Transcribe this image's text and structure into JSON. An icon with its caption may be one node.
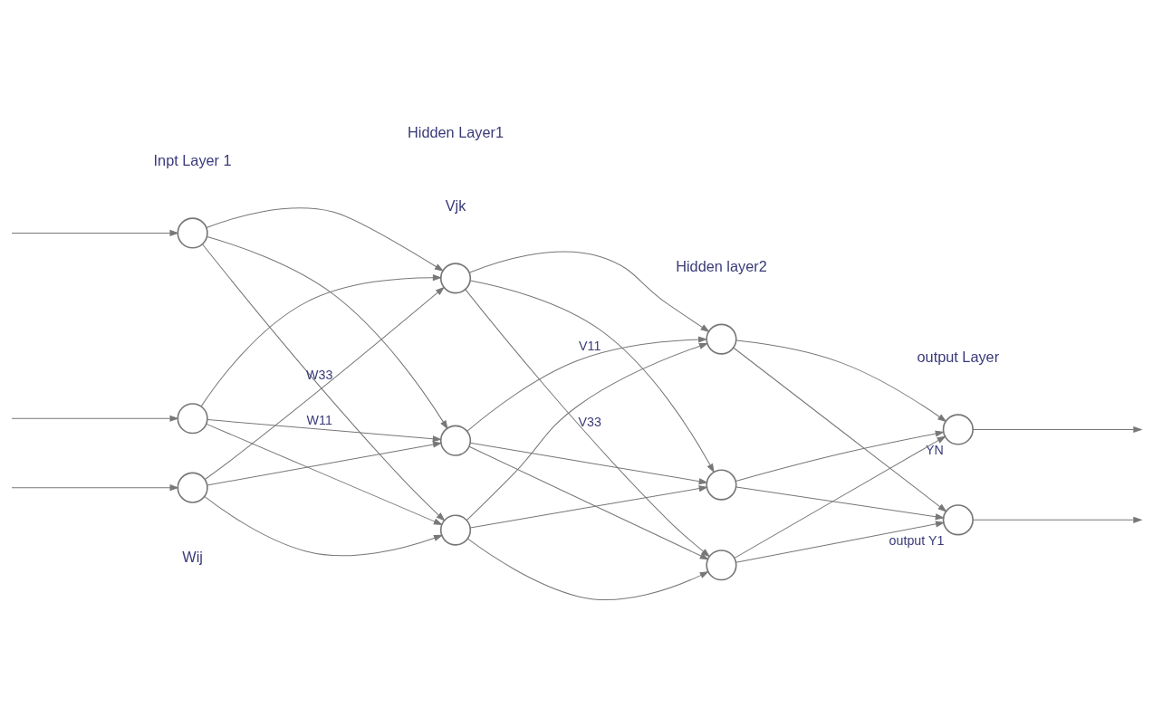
{
  "diagram": {
    "nodes": [
      {
        "text": [],
        "shape": "circle"
      },
      {
        "text": [],
        "shape": "circle"
      },
      {
        "text": [],
        "shape": "circle"
      },
      {
        "text": [],
        "shape": "circle"
      },
      {
        "text": [],
        "shape": "circle"
      },
      {
        "text": [],
        "shape": "circle"
      },
      {
        "text": [],
        "shape": "circle"
      },
      {
        "text": [],
        "shape": "circle"
      },
      {
        "text": [],
        "shape": "circle"
      },
      {
        "text": [],
        "shape": "circle",
        "beside": [
          "output Y1"
        ]
      },
      {
        "text": [],
        "shape": "circle",
        "beside": [
          "YN"
        ]
      }
    ],
    "edges": [
      {
        "from": null,
        "to": 0,
        "arrow": "to"
      },
      {
        "from": null,
        "to": 1,
        "arrow": "to"
      },
      {
        "from": null,
        "to": 2,
        "arrow": "to"
      },
      {
        "from": 0,
        "to": 3,
        "arrow": "to",
        "label": "W11"
      },
      {
        "from": 0,
        "to": 4,
        "arrow": "to"
      },
      {
        "from": 0,
        "to": 5,
        "arrow": "to"
      },
      {
        "from": 1,
        "to": 3,
        "arrow": "to"
      },
      {
        "from": 1,
        "to": 4,
        "arrow": "to"
      },
      {
        "from": 1,
        "to": 5,
        "arrow": "to"
      },
      {
        "from": 2,
        "to": 3,
        "arrow": "to"
      },
      {
        "from": 2,
        "to": 4,
        "arrow": "to"
      },
      {
        "from": 2,
        "to": 5,
        "arrow": "to",
        "label": "W33"
      },
      {
        "from": 3,
        "to": 6,
        "arrow": "to",
        "label": "V11"
      },
      {
        "from": 3,
        "to": 7,
        "arrow": "to"
      },
      {
        "from": 3,
        "to": 8,
        "arrow": "to"
      },
      {
        "from": 4,
        "to": 6,
        "arrow": "to"
      },
      {
        "from": 4,
        "to": 7,
        "arrow": "to"
      },
      {
        "from": 4,
        "to": 8,
        "arrow": "to"
      },
      {
        "from": 5,
        "to": 6,
        "arrow": "to"
      },
      {
        "from": 5,
        "to": 7,
        "arrow": "to"
      },
      {
        "from": 5,
        "to": 8,
        "arrow": "to",
        "label": "V33"
      },
      {
        "from": 6,
        "to": 9,
        "arrow": "to"
      },
      {
        "from": 6,
        "to": 10,
        "arrow": "to"
      },
      {
        "from": 7,
        "to": 9,
        "arrow": "to"
      },
      {
        "from": 7,
        "to": 10,
        "arrow": "to"
      },
      {
        "from": 8,
        "to": 9,
        "arrow": "to"
      },
      {
        "from": 8,
        "to": 10,
        "arrow": "to"
      },
      {
        "from": 9,
        "to": null,
        "arrow": "to"
      },
      {
        "from": 10,
        "to": null,
        "arrow": "to"
      }
    ],
    "labels": [
      "Wij",
      "Vjk",
      "output Layer",
      "Inpt Layer 1",
      "Hidden Layer1",
      "Hidden layer2"
    ]
  }
}
